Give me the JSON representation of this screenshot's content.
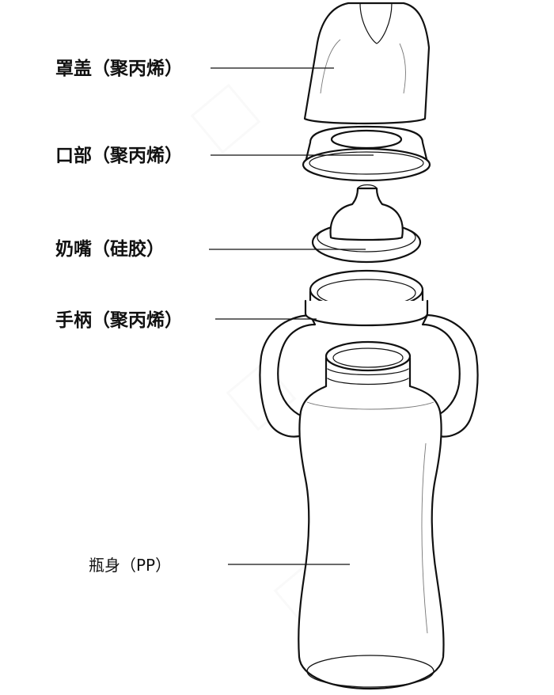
{
  "labels": {
    "cap": "罩盖（聚丙烯）",
    "collar": "口部（聚丙烯）",
    "nipple": "奶嘴（硅胶）",
    "handle": "手柄（聚丙烯）",
    "body": "瓶身（PP）"
  },
  "colors": {
    "line": "#111111",
    "background": "#ffffff"
  }
}
